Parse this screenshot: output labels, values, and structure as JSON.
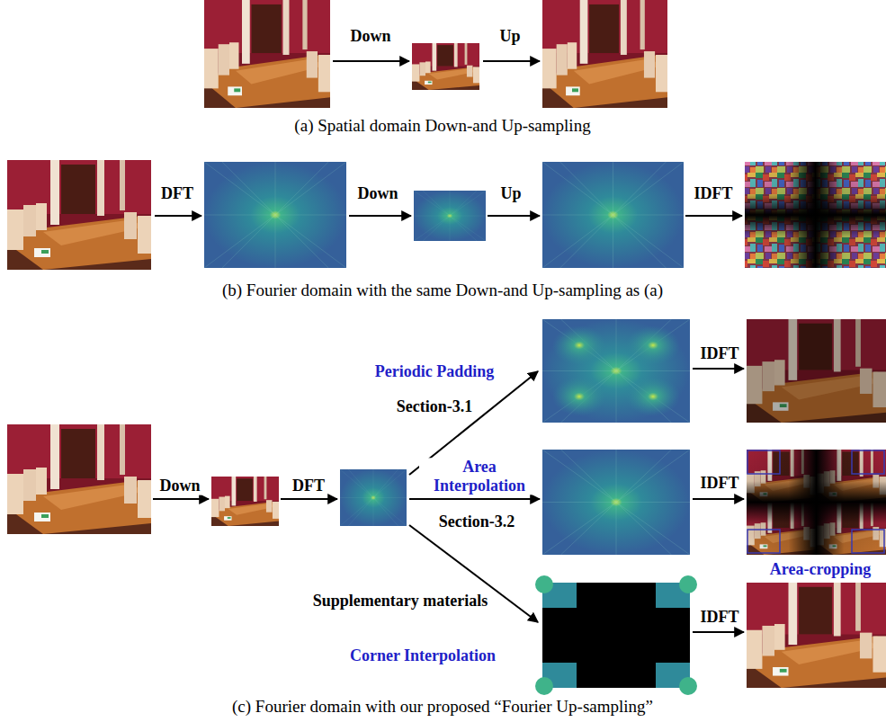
{
  "diagram": {
    "labels": [
      "Down",
      "Up",
      "(a) Spatial domain Down-and Up-sampling",
      "DFT",
      "Down",
      "Up",
      "IDFT",
      "(b) Fourier domain with the same Down-and Up-sampling as (a)",
      "Periodic Padding",
      "Section-3.1",
      "IDFT",
      "Area Interpolation",
      "Section-3.2",
      "IDFT",
      "Area-cropping",
      "Down",
      "DFT",
      "Supplementary materials",
      "Corner Interpolation",
      "IDFT",
      "(c) Fourier domain with our proposed “Fourier Up-sampling”"
    ]
  }
}
